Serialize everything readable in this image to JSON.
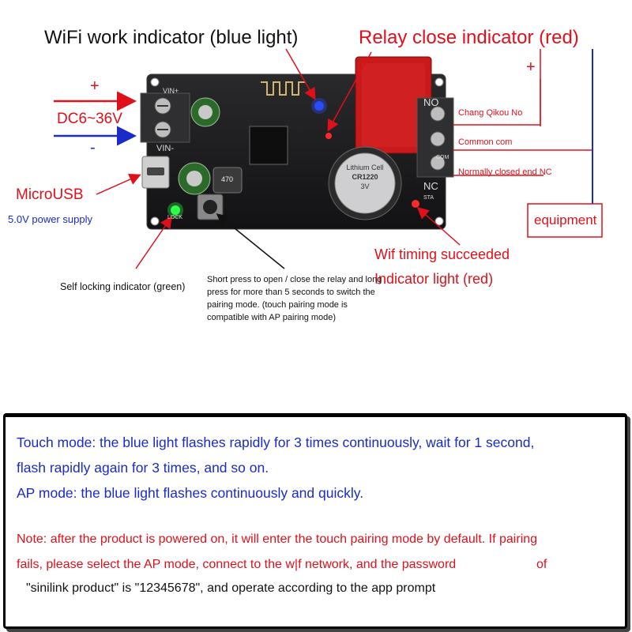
{
  "header": {
    "wifi_indicator_label": "WiFi work indicator (blue light)",
    "relay_indicator_label": "Relay close indicator (red)"
  },
  "power": {
    "plus_sign": "+",
    "minus_sign": "-",
    "voltage_label": "DC6~36V",
    "microusb_label": "MicroUSB",
    "usb_supply_label": "5.0V power supply"
  },
  "board": {
    "vin_plus": "VIN+",
    "vin_minus": "VIN-",
    "no_label": "NO",
    "nc_label": "NC",
    "com_label": "COM",
    "lock_label": "LOCK",
    "sta_label": "STA",
    "battery_lines": [
      "Lithium Cell",
      "CR1220",
      "3V"
    ],
    "inductor_label": "470"
  },
  "terminals": {
    "no_label": "Chang Qikou No",
    "com_label": "Common com",
    "nc_label": "Normally closed end NC",
    "plus_sign": "+",
    "equipment_label": "equipment"
  },
  "indicators": {
    "timing_label_line1": "Wif timing succeeded",
    "timing_label_line2": "Indicator light (red)",
    "self_lock_label": "Self locking indicator (green)",
    "button_description": "Short press to open / close the relay and long press for more than 5 seconds to switch the pairing mode. (touch pairing mode is compatible with AP pairing mode)"
  },
  "notes": {
    "touch_mode_line1": "Touch mode: the blue light flashes rapidly for 3 times continuously, wait for 1 second,",
    "touch_mode_line2": "flash rapidly again for 3 times, and so on.",
    "ap_mode": "AP mode: the blue light flashes continuously and quickly.",
    "note_line1": "Note: after the product is powered on, it will enter the touch pairing mode by default. If pairing",
    "note_line2": "fails, please select the AP mode, connect to the w|f network, and the password",
    "note_line2_tail": "of",
    "note_line3": "\"sinilink product\" is \"12345678\", and operate according to the app prompt"
  },
  "colors": {
    "red": "#e0101a",
    "blue": "#1a2bc8",
    "board": "#1b1b1d",
    "led_blue": "#2a4cff",
    "led_green": "#2dff4a",
    "led_red": "#ff2a2a"
  }
}
